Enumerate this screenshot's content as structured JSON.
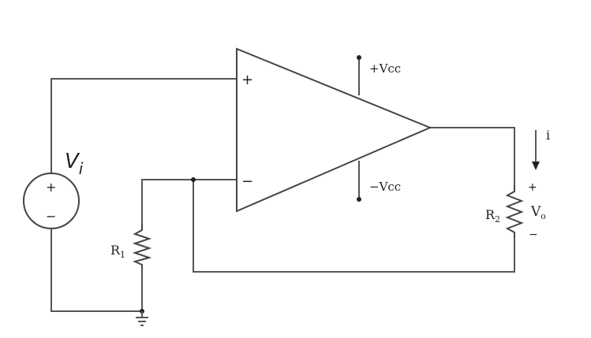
{
  "diagram": {
    "colors": {
      "wire": "#555555",
      "component": "#444444",
      "text": "#222222",
      "background": "#ffffff"
    },
    "opamp": {
      "plus_input": "+",
      "minus_input": "−",
      "supply_pos": "+Vcc",
      "supply_neg": "−Vcc"
    },
    "source": {
      "name": "V",
      "subscript": "i",
      "plus": "+",
      "minus": "−"
    },
    "r1": {
      "name": "R",
      "subscript": "1"
    },
    "r2": {
      "name": "R",
      "subscript": "2"
    },
    "output": {
      "name": "V",
      "subscript": "o",
      "plus": "+",
      "minus": "−"
    },
    "current": {
      "label": "i"
    },
    "ground": {
      "icon": "ground-icon"
    }
  }
}
